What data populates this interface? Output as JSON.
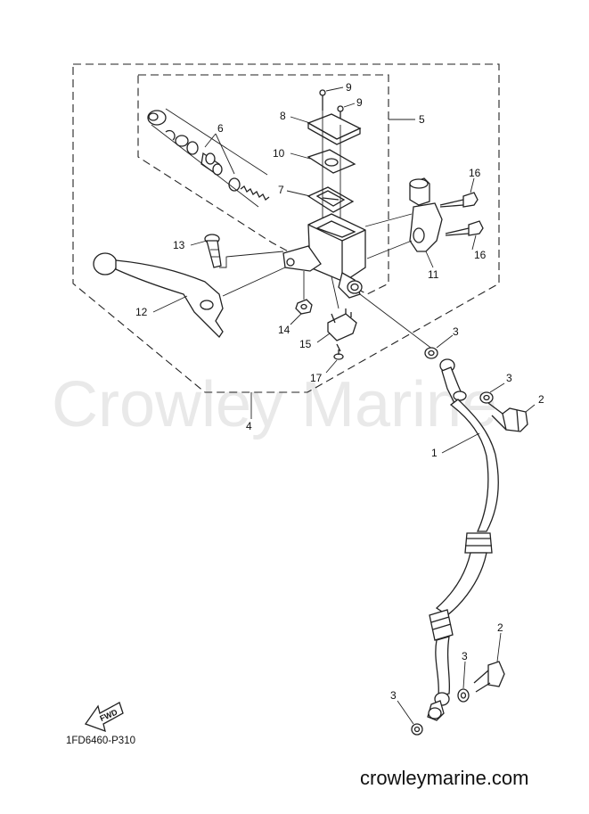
{
  "watermark": "Crowley Marine",
  "diagram_code": "1FD6460-P310",
  "website": "crowleymarine.com",
  "fwd_label": "FWD",
  "callouts": {
    "c1": "1",
    "c2a": "2",
    "c2b": "2",
    "c3a": "3",
    "c3b": "3",
    "c3c": "3",
    "c3d": "3",
    "c4": "4",
    "c5": "5",
    "c6": "6",
    "c7": "7",
    "c8": "8",
    "c9a": "9",
    "c9b": "9",
    "c10": "10",
    "c11": "11",
    "c12": "12",
    "c13": "13",
    "c14": "14",
    "c15": "15",
    "c16a": "16",
    "c16b": "16",
    "c17": "17"
  }
}
